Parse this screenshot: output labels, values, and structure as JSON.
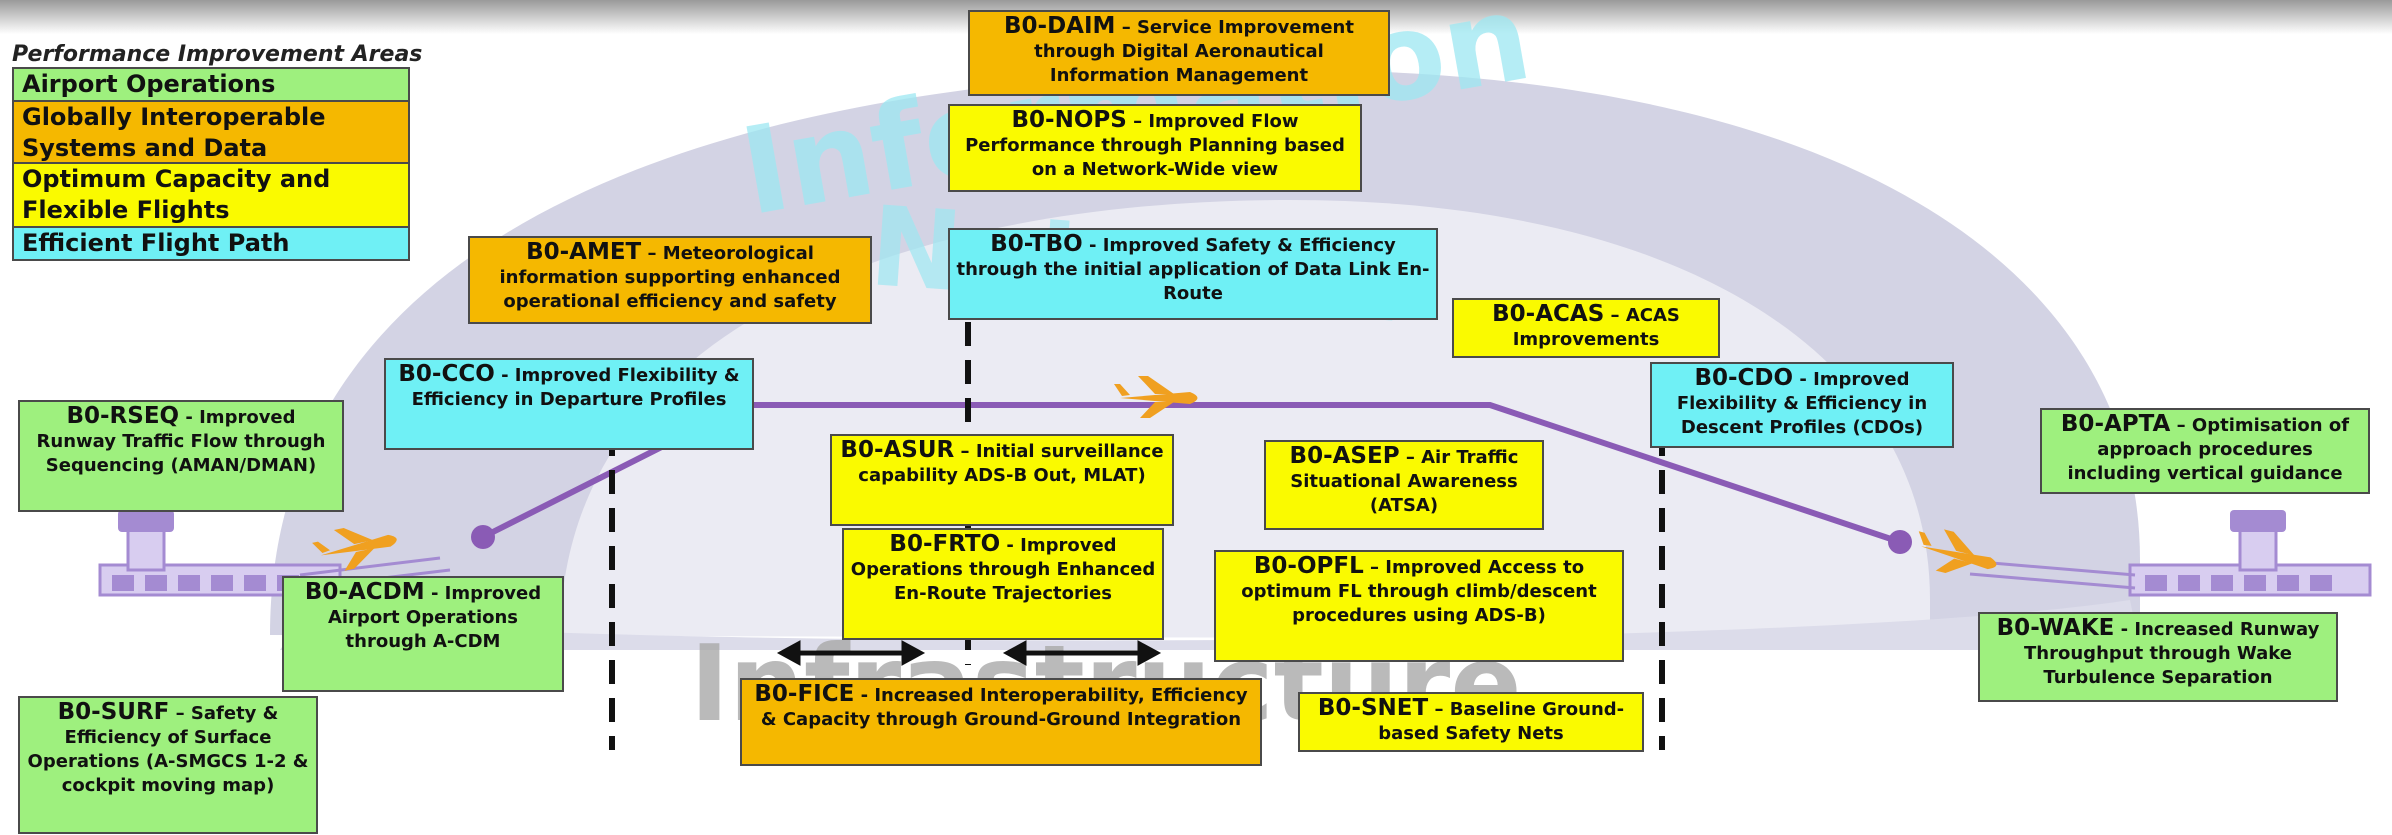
{
  "legend": {
    "title": "Performance Improvement Areas",
    "items": [
      {
        "label": "Airport Operations",
        "color": "#9ef07e"
      },
      {
        "label": "Globally Interoperable Systems and Data",
        "color": "#f5b800"
      },
      {
        "label": "Optimum Capacity and Flexible Flights",
        "color": "#fafa00"
      },
      {
        "label": "Efficient Flight Path",
        "color": "#6ff0f5"
      }
    ]
  },
  "background_words": [
    "Information",
    "Network",
    "Infrastructure"
  ],
  "modules": {
    "daim": {
      "code": "B0-DAIM",
      "text": "– Service Improvement through Digital Aeronautical Information Management"
    },
    "nops": {
      "code": "B0-NOPS",
      "text": "– Improved Flow Performance through Planning based on a Network-Wide view"
    },
    "amet": {
      "code": "B0-AMET",
      "text": "– Meteorological information supporting enhanced operational efficiency and safety"
    },
    "tbo": {
      "code": "B0-TBO",
      "text": "- Improved Safety & Efficiency through the initial application of Data Link En-Route"
    },
    "acas": {
      "code": "B0-ACAS",
      "text": "– ACAS Improvements"
    },
    "cco": {
      "code": "B0-CCO",
      "text": "- Improved Flexibility & Efficiency in Departure Profiles"
    },
    "cdo": {
      "code": "B0-CDO",
      "text": "- Improved Flexibility & Efficiency in Descent Profiles (CDOs)"
    },
    "rseq": {
      "code": "B0-RSEQ",
      "text": "- Improved Runway Traffic Flow through Sequencing (AMAN/DMAN)"
    },
    "apta": {
      "code": "B0-APTA",
      "text": "– Optimisation of approach procedures including vertical guidance"
    },
    "asur": {
      "code": "B0-ASUR",
      "text": "– Initial surveillance capability ADS-B Out, MLAT)"
    },
    "asep": {
      "code": "B0-ASEP",
      "text": "– Air Traffic Situational Awareness (ATSA)"
    },
    "frto": {
      "code": "B0-FRTO",
      "text": "- Improved Operations through Enhanced En-Route Trajectories"
    },
    "opfl": {
      "code": "B0-OPFL",
      "text": "– Improved Access to optimum FL through climb/descent procedures using ADS-B)"
    },
    "acdm": {
      "code": "B0-ACDM",
      "text": "- Improved Airport Operations through A-CDM"
    },
    "wake": {
      "code": "B0-WAKE",
      "text": "- Increased Runway Throughput through Wake Turbulence Separation"
    },
    "surf": {
      "code": "B0-SURF",
      "text": "– Safety & Efficiency of Surface Operations (A-SMGCS 1-2 & cockpit moving map)"
    },
    "fice": {
      "code": "B0-FICE",
      "text": "- Increased Interoperability, Efficiency & Capacity through Ground-Ground Integration"
    },
    "snet": {
      "code": "B0-SNET",
      "text": "– Baseline Ground-based Safety Nets"
    }
  },
  "colors": {
    "dome": "#c9c9de",
    "path": "#8a5bb5",
    "plane": "#f0a020",
    "tower": "#a48bd2"
  }
}
